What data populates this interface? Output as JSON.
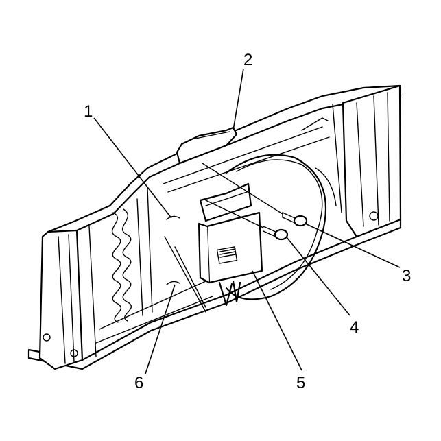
{
  "figure": {
    "callouts": [
      {
        "id": "1",
        "text": "1"
      },
      {
        "id": "2",
        "text": "2"
      },
      {
        "id": "3",
        "text": "3"
      },
      {
        "id": "4",
        "text": "4"
      },
      {
        "id": "5",
        "text": "5"
      },
      {
        "id": "6",
        "text": "6"
      }
    ]
  },
  "colors": {
    "line": "#000000",
    "background": "#ffffff",
    "module_face": "#ffffff"
  }
}
